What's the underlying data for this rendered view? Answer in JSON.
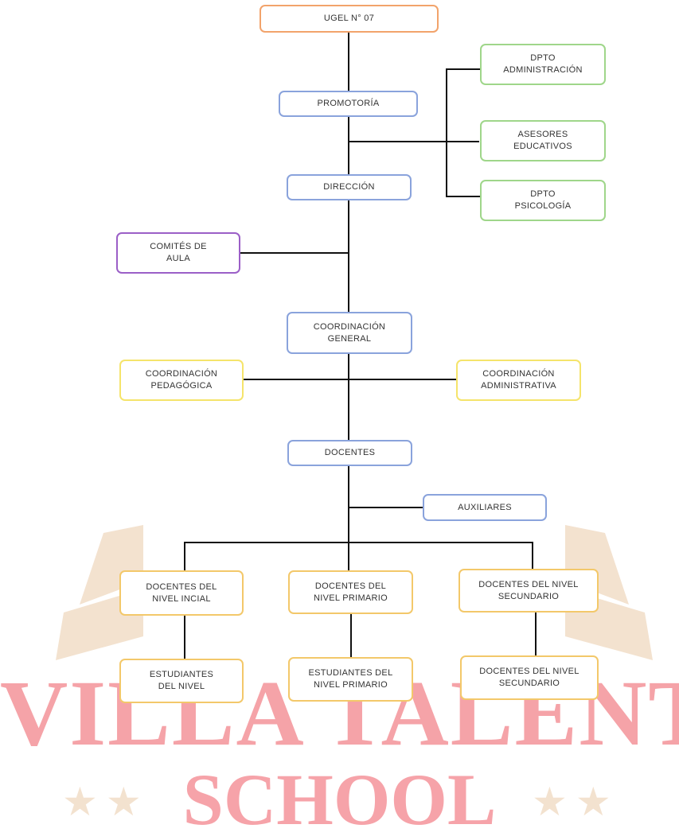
{
  "watermark": {
    "title": "VILLA TALENT",
    "subtitle": "SCHOOL",
    "stars_left": "★★",
    "stars_right": "★★"
  },
  "colors": {
    "orange": "#f2a36b",
    "blue": "#8aa3dc",
    "green": "#9fd68a",
    "purple": "#9b5fc7",
    "yellow": "#f5e46b",
    "gold": "#f3c86a",
    "line": "#111111",
    "watermark_text": "#f5a3a8",
    "watermark_wings": "#f3e2cf"
  },
  "org_chart": {
    "ugel": "UGEL N° 07",
    "promotoria": "PROMOTORÍA",
    "dpto_administracion": "DPTO\nADMINISTRACIÓN",
    "asesores_educativos": "ASESORES\nEDUCATIVOS",
    "dpto_psicologia": "DPTO\nPSICOLOGÍA",
    "direccion": "DIRECCIÓN",
    "comites_de_aula": "COMITÉS DE\nAULA",
    "coordinacion_general": "COORDINACIÓN\nGENERAL",
    "coordinacion_pedagogica": "COORDINACIÓN\nPEDAGÓGICA",
    "coordinacion_administrativa": "COORDINACIÓN\nADMINISTRATIVA",
    "docentes": "DOCENTES",
    "auxiliares": "AUXILIARES",
    "docentes_nivel_inicial": "DOCENTES DEL\nNIVEL INCIAL",
    "docentes_nivel_primario": "DOCENTES DEL\nNIVEL PRIMARIO",
    "docentes_nivel_secundario": "DOCENTES DEL NIVEL\nSECUNDARIO",
    "estudiantes_nivel": "ESTUDIANTES\nDEL NIVEL",
    "estudiantes_nivel_primario": "ESTUDIANTES DEL\nNIVEL PRIMARIO",
    "docentes_nivel_secundario_2": "DOCENTES DEL NIVEL\nSECUNDARIO"
  }
}
